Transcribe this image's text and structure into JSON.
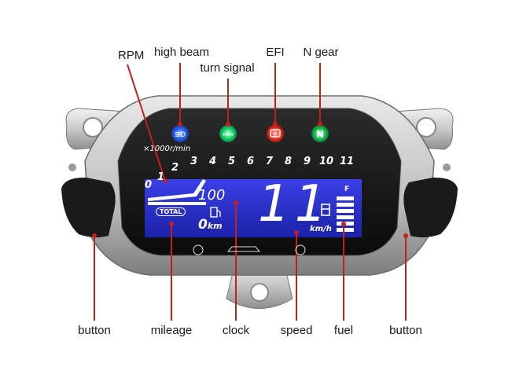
{
  "callouts": {
    "rpm": "RPM",
    "high_beam": "high beam",
    "turn_signal": "turn signal",
    "efi": "EFI",
    "n_gear": "N gear",
    "button_left": "button",
    "mileage": "mileage",
    "clock": "clock",
    "speed": "speed",
    "fuel": "fuel",
    "button_right": "button"
  },
  "display": {
    "rpm_unit": "×1000r/min",
    "rpm_ticks": [
      "0",
      "1",
      "2",
      "3",
      "4",
      "5",
      "6",
      "7",
      "8",
      "9",
      "10",
      "11"
    ],
    "total_badge": "TOTAL",
    "clock_value": "100",
    "mileage_value": "0",
    "mileage_unit": "km",
    "speed_value": "11",
    "speed_unit": "km/h",
    "fuel_full": "F"
  },
  "colors": {
    "callout_line": "#c0201e",
    "lcd_blue": "#2b2fd0",
    "high_beam_led": "#1f5bff",
    "turn_led": "#19d86a",
    "efi_led": "#ff3a2a",
    "n_gear_led": "#1ed65a"
  },
  "icons": {
    "high_beam": "high-beam-icon",
    "turn": "turn-arrows-icon",
    "efi": "engine-icon",
    "n_gear": "n-letter-icon",
    "fuel_pump": "fuel-pump-icon"
  }
}
